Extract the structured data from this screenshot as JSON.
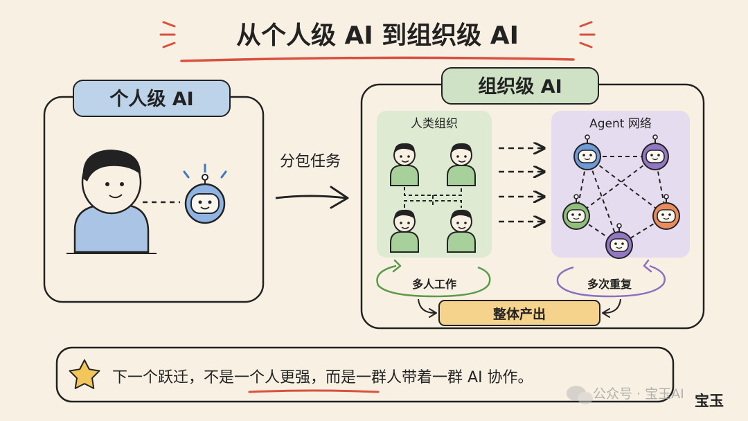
{
  "title": "从个人级 AI 到组织级 AI",
  "left_panel": {
    "tag": "个人级 AI"
  },
  "arrow_label": "分包任务",
  "right_panel": {
    "tag": "组织级 AI",
    "human_org": {
      "title": "人类组织",
      "loop_label": "多人工作"
    },
    "agent_net": {
      "title": "Agent 网络",
      "loop_label": "多次重复"
    },
    "output_label": "整体产出"
  },
  "bottom": {
    "part1": "下一个跃迁，",
    "part2": "不是一个人更强",
    "part3": "，而是一群人带着一群 AI 协作。"
  },
  "watermark": {
    "text": "公众号 · 宝玉AI",
    "signature": "宝玉"
  },
  "colors": {
    "background": "#f8f1e3",
    "title_underline": "#d9503f",
    "tag_blue": "#bcd3ea",
    "tag_green": "#cfe2c6",
    "person_shirt": "#a9c4e4",
    "human_group": "#a8d09a",
    "agent_bg": "#e6dcef",
    "agent_blue": "#6f9ad6",
    "agent_purple": "#9277c2",
    "agent_green": "#8fbf7b",
    "agent_orange": "#e88c5e",
    "output_box": "#f6d38d",
    "star": "#f2c65a"
  }
}
